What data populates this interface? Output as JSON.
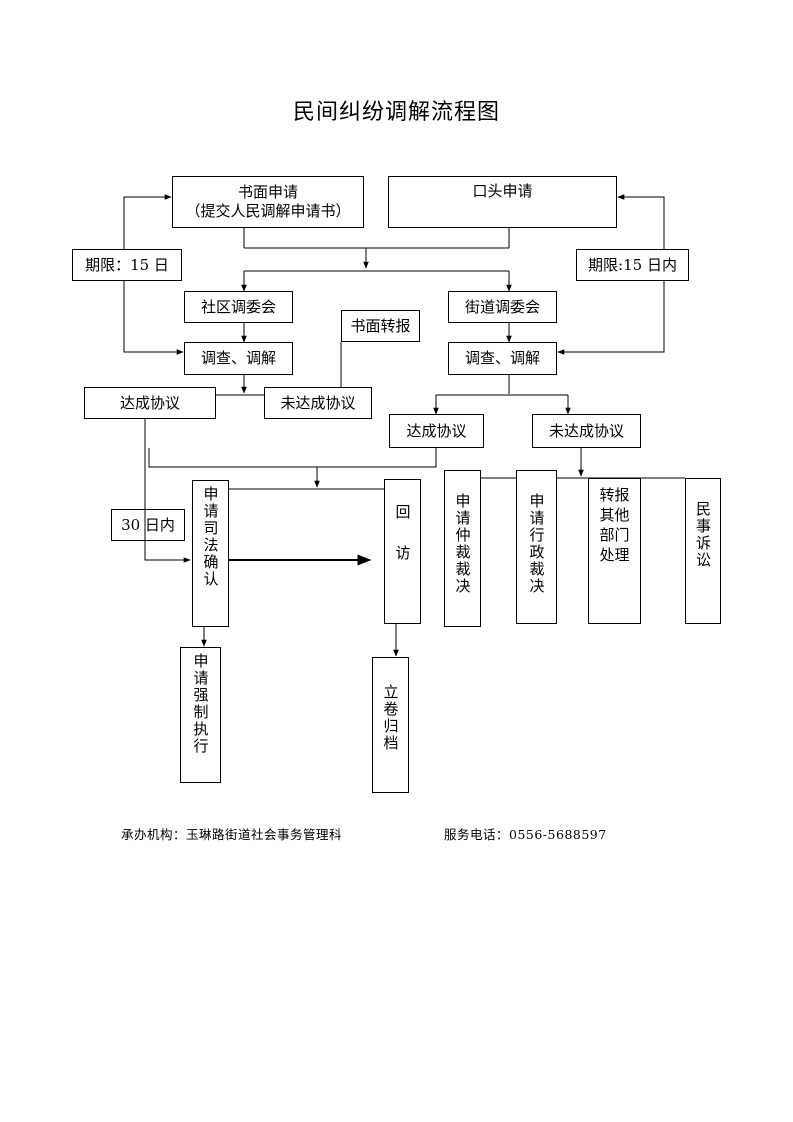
{
  "title": "民间纠纷调解流程图",
  "nodes": {
    "written_application": {
      "line1": "书面申请",
      "line2": "（提交人民调解申请书）"
    },
    "oral_application": "口头申请",
    "limit_left": "期限：15 日",
    "limit_right": "期限:15 日内",
    "community_committee": "社区调委会",
    "street_committee": "街道调委会",
    "written_referral": "书面转报",
    "investigate_left": "调查、调解",
    "investigate_right": "调查、调解",
    "agreement_left": "达成协议",
    "no_agreement_left": "未达成协议",
    "agreement_right": "达成协议",
    "no_agreement_right": "未达成协议",
    "within_30_days": "30 日内",
    "judicial_confirmation": "申请司法确认",
    "follow_up_visit": "回访",
    "arbitration": "申请仲裁裁决",
    "administrative_ruling": "申请行政裁决",
    "transfer_other_departments": "转报其他部门处理",
    "civil_litigation": "民事诉讼",
    "enforcement": "申请强制执行",
    "archive": "立卷归档"
  },
  "footer": {
    "organizer": "承办机构：玉琳路街道社会事务管理科",
    "phone": "服务电话：0556-5688597"
  }
}
